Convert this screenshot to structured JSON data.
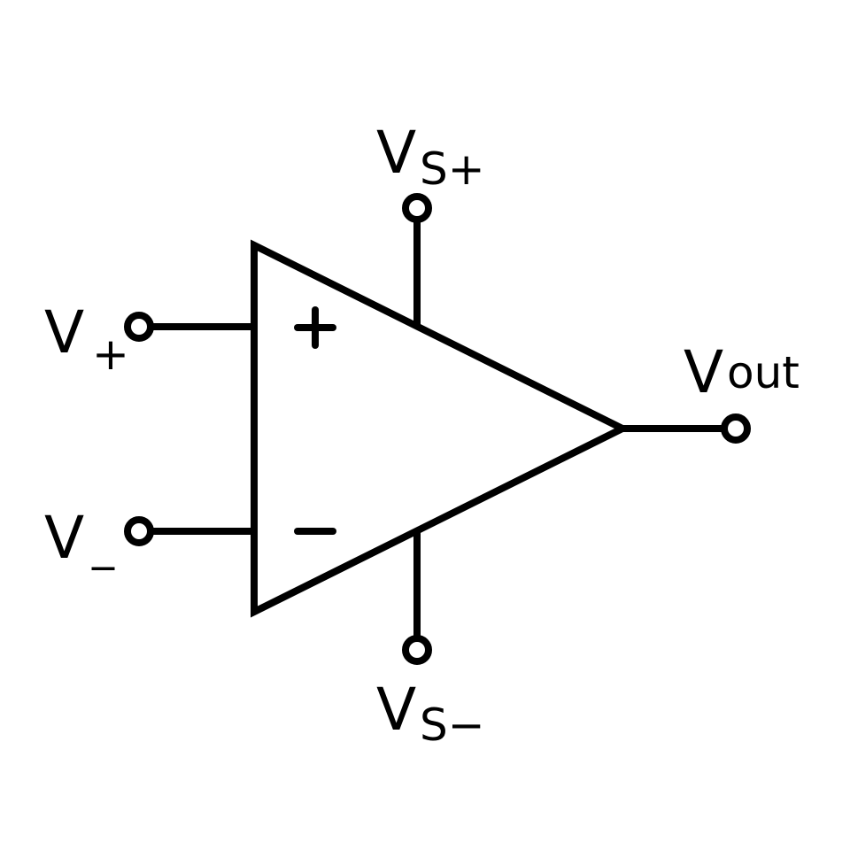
{
  "diagram": {
    "colors": {
      "stroke": "#000000",
      "background": "#ffffff"
    },
    "labels": {
      "v_plus": {
        "main": "V",
        "sub": "+"
      },
      "v_minus": {
        "main": "V",
        "sub": "_"
      },
      "vs_plus": {
        "main": "V",
        "sub": "S+"
      },
      "vs_minus": {
        "main": "V",
        "sub": "S−"
      },
      "vout": {
        "main": "V",
        "sub": "out"
      }
    },
    "input_signs": {
      "non_inverting": "+",
      "inverting": "−"
    }
  }
}
